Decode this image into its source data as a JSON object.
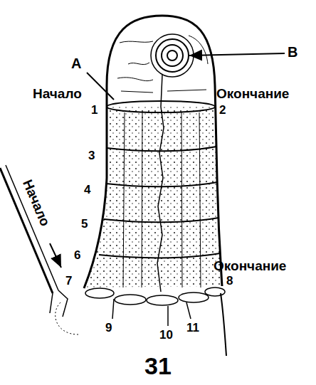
{
  "diagram": {
    "caption": "31",
    "labels": [
      "В",
      "А",
      "Начало",
      "Окончание",
      "1",
      "2",
      "3",
      "4",
      "5",
      "6",
      "7",
      "Окончание",
      "8",
      "9",
      "10",
      "11",
      "Начало"
    ]
  }
}
